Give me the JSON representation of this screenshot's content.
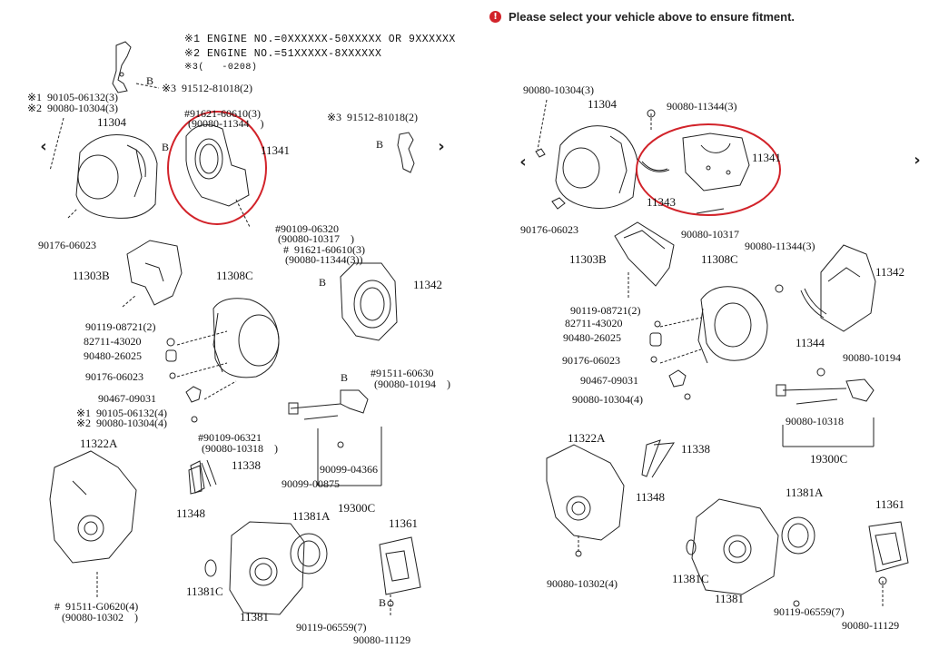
{
  "alert": {
    "icon": "exclamation-icon",
    "color": "#d2232a",
    "text": "Please select your vehicle above to ensure fitment."
  },
  "highlight_color": "#d2232a",
  "left": {
    "engine_note_1": "※1 ENGINE NO.=0XXXXXX-50XXXXX OR 9XXXXXX",
    "engine_note_2": "※2 ENGINE NO.=51XXXXX-8XXXXXX",
    "engine_note_3": "※3(   -0208)",
    "labels": {
      "l_91512_top": "※3  91512-81018(2)",
      "l_b1": "B",
      "l_90105": "※1  90105-06132(3)",
      "l_90080_10304a": "※2  90080-10304(3)",
      "l_11304": "11304",
      "l_91621a": "#91621-60610(3)",
      "l_90080_11344a": "(90080-11344    )",
      "l_b2": "B",
      "l_11341": "11341",
      "l_91512_right": "※3  91512-81018(2)",
      "l_b3": "B",
      "l_90176": "90176-06023",
      "l_90109a": "#90109-06320",
      "l_90080_10317": "(90080-10317    )",
      "l_91621b": "#  91621-60610(3)",
      "l_90080_11344b": "(90080-11344(3))",
      "l_b4": "B",
      "l_11303b": "11303B",
      "l_11308c": "11308C",
      "l_11342": "11342",
      "l_90119a": "90119-08721(2)",
      "l_82711": "82711-43020",
      "l_90480": "90480-26025",
      "l_90176b": "90176-06023",
      "l_b5": "B",
      "l_91511a": "#91511-60630",
      "l_90080_10194": "(90080-10194    )",
      "l_90467": "90467-09031",
      "l_90105b": "※1  90105-06132(4)",
      "l_90080_10304b": "※2  90080-10304(4)",
      "l_11322a": "11322A",
      "l_90109b": "#90109-06321",
      "l_90080_10318": "(90080-10318    )",
      "l_11338": "11338",
      "l_90099a": "90099-04366",
      "l_90099b": "90099-00875",
      "l_19300c": "19300C",
      "l_11348": "11348",
      "l_11381a": "11381A",
      "l_11361": "11361",
      "l_91511b": "#  91511-G0620(4)",
      "l_90080_10302": "(90080-10302    )",
      "l_11381c": "11381C",
      "l_b6": "B",
      "l_11381": "11381",
      "l_90119b": "90119-06559(7)",
      "l_90080_11129": "90080-11129"
    }
  },
  "right": {
    "labels": {
      "r_90080_10304a": "90080-10304(3)",
      "r_11304": "11304",
      "r_90080_11344a": "90080-11344(3)",
      "r_11341": "11341",
      "r_11343": "11343",
      "r_90176": "90176-06023",
      "r_90080_10317": "90080-10317",
      "r_90080_11344b": "90080-11344(3)",
      "r_11303b": "11303B",
      "r_11308c": "11308C",
      "r_11342": "11342",
      "r_90119a": "90119-08721(2)",
      "r_82711": "82711-43020",
      "r_90480": "90480-26025",
      "r_11344": "11344",
      "r_90176b": "90176-06023",
      "r_90080_10194": "90080-10194",
      "r_90467": "90467-09031",
      "r_90080_10304b": "90080-10304(4)",
      "r_90080_10318": "90080-10318",
      "r_19300c": "19300C",
      "r_11322a": "11322A",
      "r_11338": "11338",
      "r_11348": "11348",
      "r_11381a": "11381A",
      "r_11361": "11361",
      "r_90080_10302": "90080-10302(4)",
      "r_11381c": "11381C",
      "r_11381": "11381",
      "r_90119b": "90119-06559(7)",
      "r_90080_11129": "90080-11129"
    }
  }
}
